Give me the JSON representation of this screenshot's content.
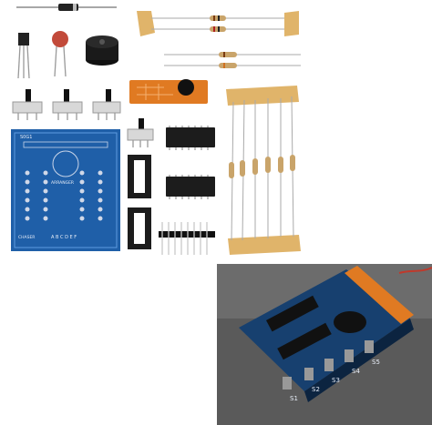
{
  "pcb": {
    "header_label": "S0G1",
    "top_label": "ARRANGER",
    "bottom_label": "CHASER",
    "letters": "A B C D E F"
  },
  "photo": {
    "switch_labels": [
      "S1",
      "S2",
      "S3",
      "S4",
      "S5"
    ]
  },
  "colors": {
    "pcb_blue": "#1f5fa8",
    "tape_tan": "#e0b46a",
    "chip_black": "#1c1c1c",
    "orange_board": "#e07a22",
    "photo_bg": "#5a5a5a"
  }
}
